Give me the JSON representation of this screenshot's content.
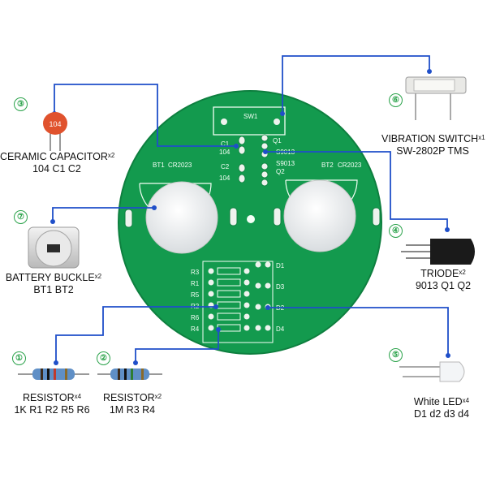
{
  "components": [
    {
      "id": "ceramic-capacitor",
      "number": "③",
      "title": "CERAMIC CAPACITOR",
      "qty": "x2",
      "desc": "104 C1 C2",
      "part_marking": "104"
    },
    {
      "id": "battery-buckle",
      "number": "⑦",
      "title": "BATTERY BUCKLE",
      "qty": "x2",
      "desc": "BT1 BT2"
    },
    {
      "id": "resistor-1k",
      "number": "①",
      "title": "RESISTOR",
      "qty": "x4",
      "desc": "1K R1 R2 R5 R6"
    },
    {
      "id": "resistor-1m",
      "number": "②",
      "title": "RESISTOR",
      "qty": "x2",
      "desc": "1M R3 R4"
    },
    {
      "id": "vibration-switch",
      "number": "⑥",
      "title": "VIBRATION SWITCH",
      "qty": "x1",
      "desc": "SW-2802P TMS"
    },
    {
      "id": "triode",
      "number": "④",
      "title": "TRIODE",
      "qty": "x2",
      "desc": "9013 Q1 Q2"
    },
    {
      "id": "white-led",
      "number": "⑤",
      "title": "White LED",
      "qty": "x4",
      "desc": "D1 d2 d3 d4"
    }
  ],
  "pcb_labels": {
    "sw1": "SW1",
    "c1": "C1",
    "c1_val": "104",
    "c2": "C2",
    "c2_val": "104",
    "q1": "Q1",
    "q1_part": "S9013",
    "q2_part": "S9013",
    "q2": "Q2",
    "bt1": "BT1",
    "bt1_part": "CR2023",
    "bt2": "BT2",
    "bt2_part": "CR2023",
    "r3": "R3",
    "r1": "R1",
    "r5": "R5",
    "r2": "R2",
    "r6": "R6",
    "r4": "R4",
    "d1": "D1",
    "d3": "D3",
    "d2": "D2",
    "d4": "D4"
  },
  "colors": {
    "pcb": "#139a4e",
    "pcb_edge": "#0e7f3f",
    "silk": "#f4fff6",
    "leader": "#1f4fc9",
    "accent": "#2aa24a",
    "capacitor": "#e0522d"
  }
}
